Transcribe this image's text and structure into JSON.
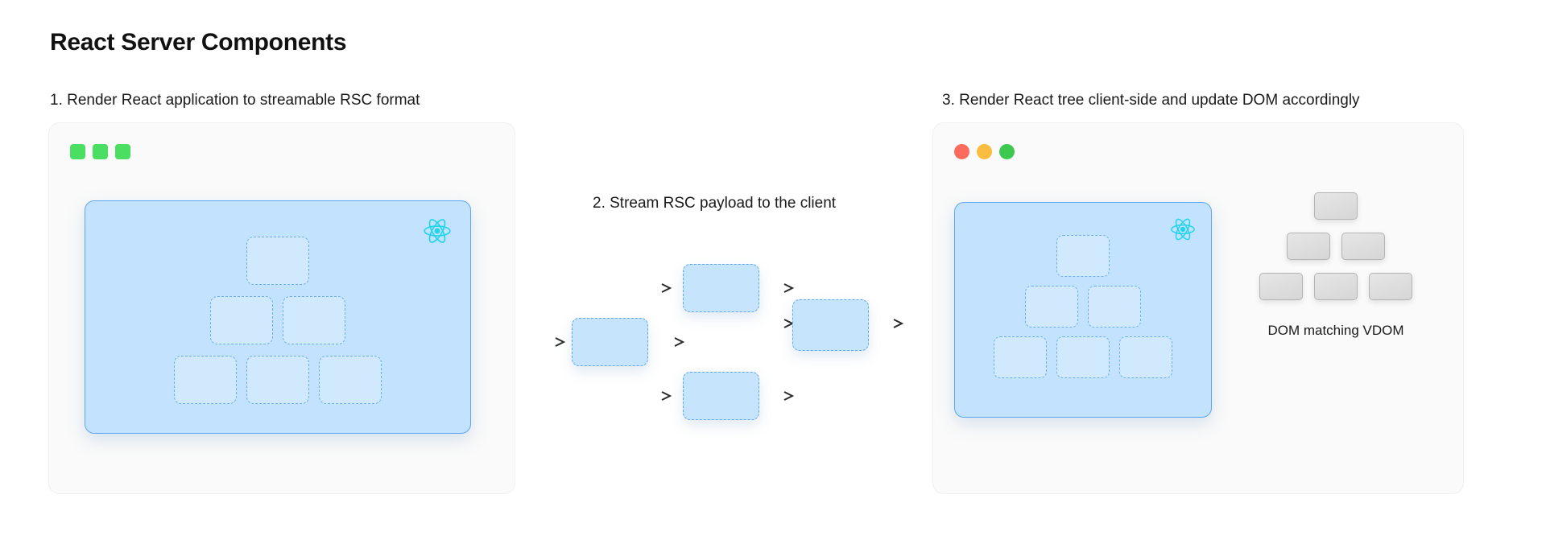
{
  "page": {
    "title": "React Server Components"
  },
  "steps": [
    {
      "id": "step-1",
      "heading": "1. Render React application to streamable RSC format"
    },
    {
      "id": "step-2",
      "heading": "2. Stream RSC payload to the client"
    },
    {
      "id": "step-3",
      "heading": "3. Render React tree client-side and update DOM accordingly"
    }
  ],
  "panel_one": {
    "window_controls": {
      "shape": "square",
      "colors": [
        "#4ade62",
        "#4ade62",
        "#4ade62"
      ]
    },
    "card": {
      "logo_icon": "react-logo-icon",
      "background": "#c3e2fd",
      "border_color": "#5fa8f0"
    },
    "tree": {
      "rows": [
        1,
        2,
        3
      ],
      "node_style": "dashed",
      "node_border_color": "#6aaef0"
    }
  },
  "panel_three": {
    "window_controls": {
      "shape": "circle",
      "colors": [
        "#fc6a5d",
        "#fbbd3f",
        "#3dc94f"
      ]
    },
    "card": {
      "logo_icon": "react-logo-icon",
      "background": "#c3e2fd",
      "border_color": "#5fa8f0"
    },
    "tree": {
      "rows": [
        1,
        2,
        3
      ],
      "node_style": "dashed",
      "node_border_color": "#6aaef0"
    },
    "dom": {
      "caption": "DOM matching VDOM",
      "rows": [
        1,
        2,
        3
      ],
      "node_style": "solid",
      "node_fill": "#e0e0e0",
      "node_border_color": "#b4b4b4"
    }
  },
  "flow": {
    "boxes": [
      {
        "id": "payload-chunk-a"
      },
      {
        "id": "payload-chunk-b"
      },
      {
        "id": "payload-chunk-c"
      },
      {
        "id": "payload-chunk-d"
      }
    ],
    "arrow_count": 8,
    "arrow_color": "#2b2b2b",
    "box_fill": "#c7e4fd",
    "box_border_color": "#5fa8f0"
  },
  "colors": {
    "background": "#ffffff",
    "panel_background": "#fafafa",
    "accent_blue": "#5fa8f0",
    "react_cyan": "#22d3ee",
    "text": "#111111"
  }
}
